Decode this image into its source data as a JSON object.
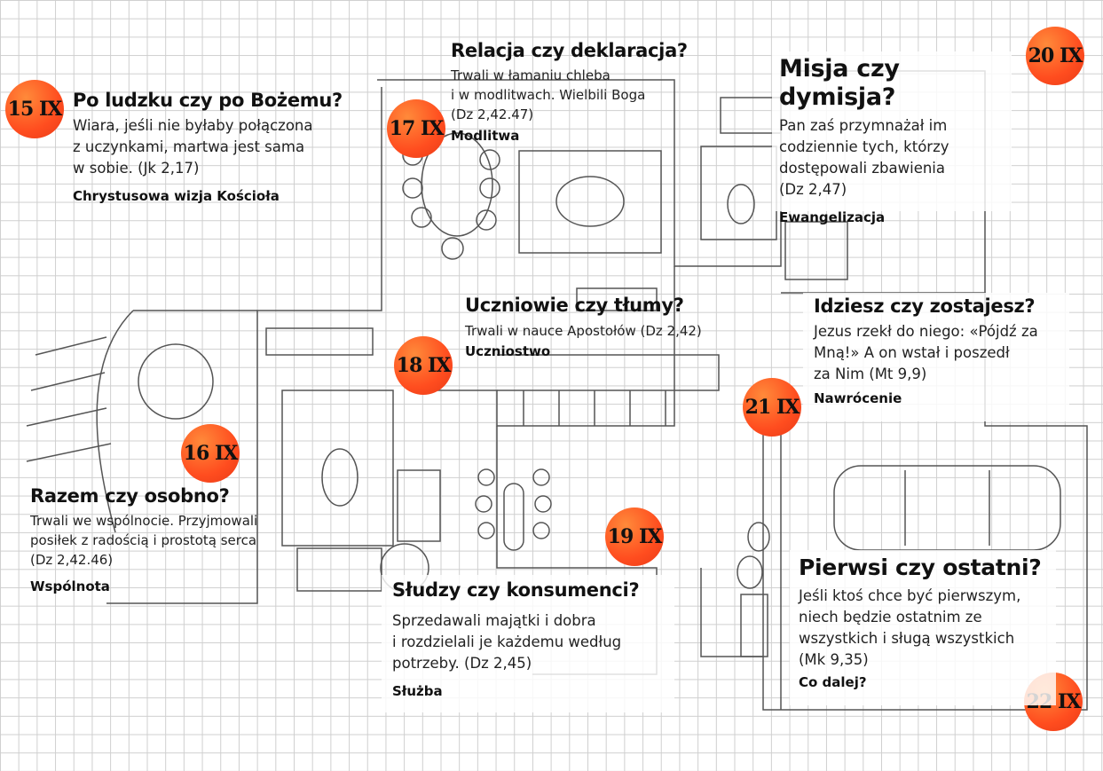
{
  "accent": "#ff4d1f",
  "sections": [
    {
      "day": "15 IX",
      "title": "Po ludzku czy po Bożemu?",
      "quote": "Wiara, jeśli nie byłaby połączona\nz uczynkami, martwa jest sama\nw sobie. (Jk 2,17)",
      "tag": "Chrystusowa wizja Kościoła"
    },
    {
      "day": "16 IX",
      "title": "Razem czy osobno?",
      "quote": "Trwali we wspólnocie. Przyjmowali\nposiłek z radością i prostotą serca\n(Dz 2,42.46)",
      "tag": "Wspólnota"
    },
    {
      "day": "17 IX",
      "title": "Relacja czy deklaracja?",
      "quote": "Trwali w łamaniu chleba\ni w modlitwach. Wielbili Boga\n(Dz 2,42.47)",
      "tag": "Modlitwa"
    },
    {
      "day": "18 IX",
      "title": "Uczniowie czy tłumy?",
      "quote": "Trwali w nauce Apostołów (Dz 2,42)",
      "tag": "Uczniostwo"
    },
    {
      "day": "19 IX",
      "title": "Słudzy czy konsumenci?",
      "quote": "Sprzedawali majątki i dobra\ni rozdzielali je każdemu według\npotrzeby. (Dz 2,45)",
      "tag": "Służba"
    },
    {
      "day": "20 IX",
      "title": "Misja czy dymisja?",
      "quote": "Pan zaś przymnażał im\ncodziennie tych, którzy\ndostępowali zbawienia\n(Dz 2,47)",
      "tag": "Ewangelizacja"
    },
    {
      "day": "21 IX",
      "title": "Idziesz czy zostajesz?",
      "quote": "Jezus rzekł do niego: «Pójdź za\nMną!» A on wstał i poszedł\nza Nim (Mt 9,9)",
      "tag": "Nawrócenie"
    },
    {
      "day": "22 IX",
      "title": "Pierwsi czy ostatni?",
      "quote": "Jeśli ktoś chce być pierwszym,\nniech będzie ostatnim ze\nwszystkich i sługą wszystkich\n(Mk 9,35)",
      "tag": "Co dalej?"
    }
  ]
}
